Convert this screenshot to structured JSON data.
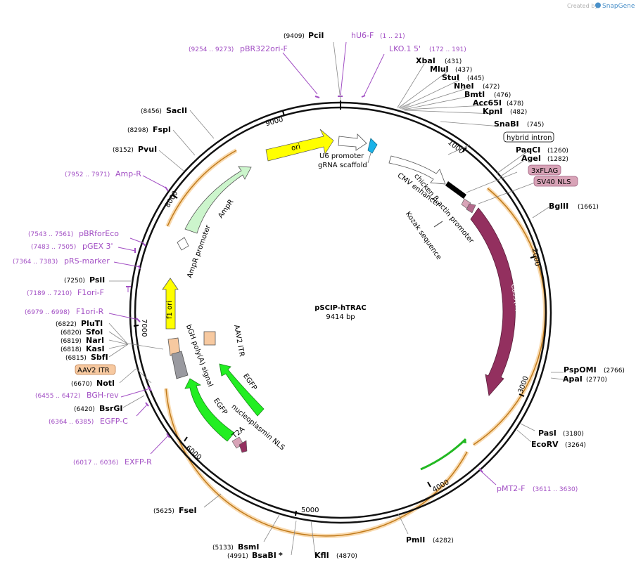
{
  "credit": {
    "created_by": "Created by",
    "brand": "SnapGene"
  },
  "plasmid": {
    "name": "pSCIP-hTRAC",
    "size": "9414 bp"
  },
  "ticks": [
    "1000",
    "2000",
    "3000",
    "4000",
    "5000",
    "6000",
    "7000",
    "8000",
    "9000"
  ],
  "features": {
    "ori": "ori",
    "u6": "U6 promoter",
    "grna": "gRNA scaffold",
    "cmv": "CMV enhancer",
    "cba": "chicken β-actin promoter",
    "kozak": "Kozak sequence",
    "cas9": "Cas9(N)",
    "hybrid_intron": "hybrid intron",
    "flag": "3xFLAG",
    "sv40": "SV40 NLS",
    "ampr": "AmpR",
    "ampr_prom": "AmpR promoter",
    "f1ori": "f1 ori",
    "aav2": "AAV2 ITR",
    "aav2_box": "AAV2 ITR",
    "bgh": "bGH poly(A) signal",
    "egfp1": "EGFP",
    "egfp2": "EGFP",
    "nls": "nucleoplasmin NLS",
    "t2a": "T2A"
  },
  "sites": {
    "pcii": {
      "name": "PciI",
      "pos": "(9409)"
    },
    "xbai": {
      "name": "XbaI",
      "pos": "(431)"
    },
    "mlui": {
      "name": "MluI",
      "pos": "(437)"
    },
    "stui": {
      "name": "StuI",
      "pos": "(445)"
    },
    "nhei": {
      "name": "NheI",
      "pos": "(472)"
    },
    "bmti": {
      "name": "BmtI",
      "pos": "(476)"
    },
    "acc65i": {
      "name": "Acc65I",
      "pos": "(478)"
    },
    "kpni": {
      "name": "KpnI",
      "pos": "(482)"
    },
    "snabi": {
      "name": "SnaBI",
      "pos": "(745)"
    },
    "paqci": {
      "name": "PaqCI",
      "pos": "(1260)"
    },
    "agei": {
      "name": "AgeI",
      "pos": "(1282)"
    },
    "bglii": {
      "name": "BglII",
      "pos": "(1661)"
    },
    "pspomi": {
      "name": "PspOMI",
      "pos": "(2766)"
    },
    "apai": {
      "name": "ApaI",
      "pos": "(2770)"
    },
    "pasi": {
      "name": "PasI",
      "pos": "(3180)"
    },
    "ecorv": {
      "name": "EcoRV",
      "pos": "(3264)"
    },
    "pmli": {
      "name": "PmlI",
      "pos": "(4282)"
    },
    "kfli": {
      "name": "KflI",
      "pos": "(4870)"
    },
    "bsabi": {
      "name": "BsaBI",
      "pos": "(4991)",
      "mark": "*"
    },
    "bsmi": {
      "name": "BsmI",
      "pos": "(5133)"
    },
    "fsei": {
      "name": "FseI",
      "pos": "(5625)"
    },
    "bsrgi": {
      "name": "BsrGI",
      "pos": "(6420)"
    },
    "noti": {
      "name": "NotI",
      "pos": "(6670)"
    },
    "sbfi": {
      "name": "SbfI",
      "pos": "(6815)"
    },
    "kasi": {
      "name": "KasI",
      "pos": "(6818)"
    },
    "nari": {
      "name": "NarI",
      "pos": "(6819)"
    },
    "sfoi": {
      "name": "SfoI",
      "pos": "(6820)"
    },
    "pluti": {
      "name": "PluTI",
      "pos": "(6822)"
    },
    "psii": {
      "name": "PsiI",
      "pos": "(7250)"
    },
    "pvui": {
      "name": "PvuI",
      "pos": "(8152)"
    },
    "fspi": {
      "name": "FspI",
      "pos": "(8298)"
    },
    "sacii": {
      "name": "SacII",
      "pos": "(8456)"
    }
  },
  "primers": {
    "hu6f": {
      "name": "hU6-F",
      "pos": "(1 .. 21)"
    },
    "lko": {
      "name": "LKO.1 5'",
      "pos": "(172 .. 191)"
    },
    "pbr322": {
      "name": "pBR322ori-F",
      "pos": "(9254 .. 9273)"
    },
    "ampr": {
      "name": "Amp-R",
      "pos": "(7952 .. 7971)"
    },
    "pbrforeco": {
      "name": "pBRforEco",
      "pos": "(7543 .. 7561)"
    },
    "pgex": {
      "name": "pGEX 3'",
      "pos": "(7483 .. 7505)"
    },
    "prs": {
      "name": "pRS-marker",
      "pos": "(7364 .. 7383)"
    },
    "f1orif": {
      "name": "F1ori-F",
      "pos": "(7189 .. 7210)"
    },
    "f1orir": {
      "name": "F1ori-R",
      "pos": "(6979 .. 6998)"
    },
    "bghrev": {
      "name": "BGH-rev",
      "pos": "(6455 .. 6472)"
    },
    "egfpc": {
      "name": "EGFP-C",
      "pos": "(6364 .. 6385)"
    },
    "exfpr": {
      "name": "EXFP-R",
      "pos": "(6017 .. 6036)"
    },
    "pmt2f": {
      "name": "pMT2-F",
      "pos": "(3611 .. 3630)"
    }
  },
  "colors": {
    "ori": "#ffff00",
    "u6": "#ffffff",
    "grna": "#1ab2e8",
    "cas9": "#93305f",
    "flag": "#d8a3b7",
    "egfp": "#22ee22",
    "ampr": "#ccf5cc",
    "aav2": "#f7c9a0",
    "bgh": "#9a9aa0",
    "primer": "#a24fc4",
    "highlight": "#f5b041"
  }
}
